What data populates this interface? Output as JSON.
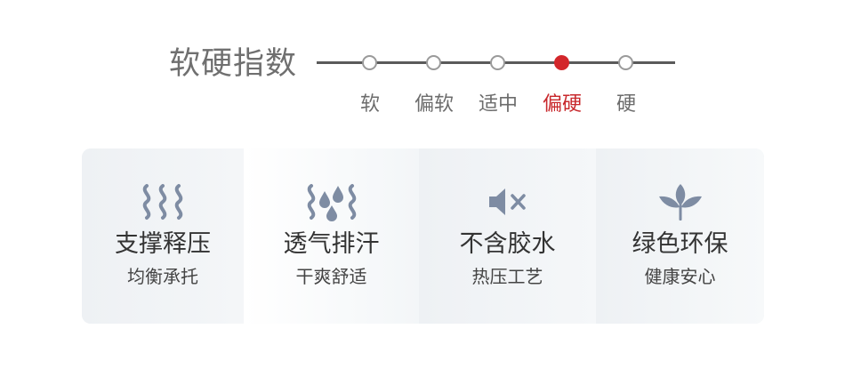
{
  "firmness": {
    "title": "软硬指数",
    "levels": [
      {
        "label": "软",
        "active": false
      },
      {
        "label": "偏软",
        "active": false
      },
      {
        "label": "适中",
        "active": false
      },
      {
        "label": "偏硬",
        "active": true
      },
      {
        "label": "硬",
        "active": false
      }
    ],
    "active_color": "#d3272b"
  },
  "features": [
    {
      "icon": "heat-waves-icon",
      "title": "支撑释压",
      "subtitle": "均衡承托"
    },
    {
      "icon": "moisture-drops-icon",
      "title": "透气排汗",
      "subtitle": "干爽舒适"
    },
    {
      "icon": "speaker-muted-icon",
      "title": "不含胶水",
      "subtitle": "热压工艺"
    },
    {
      "icon": "leaf-icon",
      "title": "绿色环保",
      "subtitle": "健康安心"
    }
  ],
  "colors": {
    "icon": "#7e8ca3",
    "text": "#333333",
    "panel": "#eef2f5"
  }
}
